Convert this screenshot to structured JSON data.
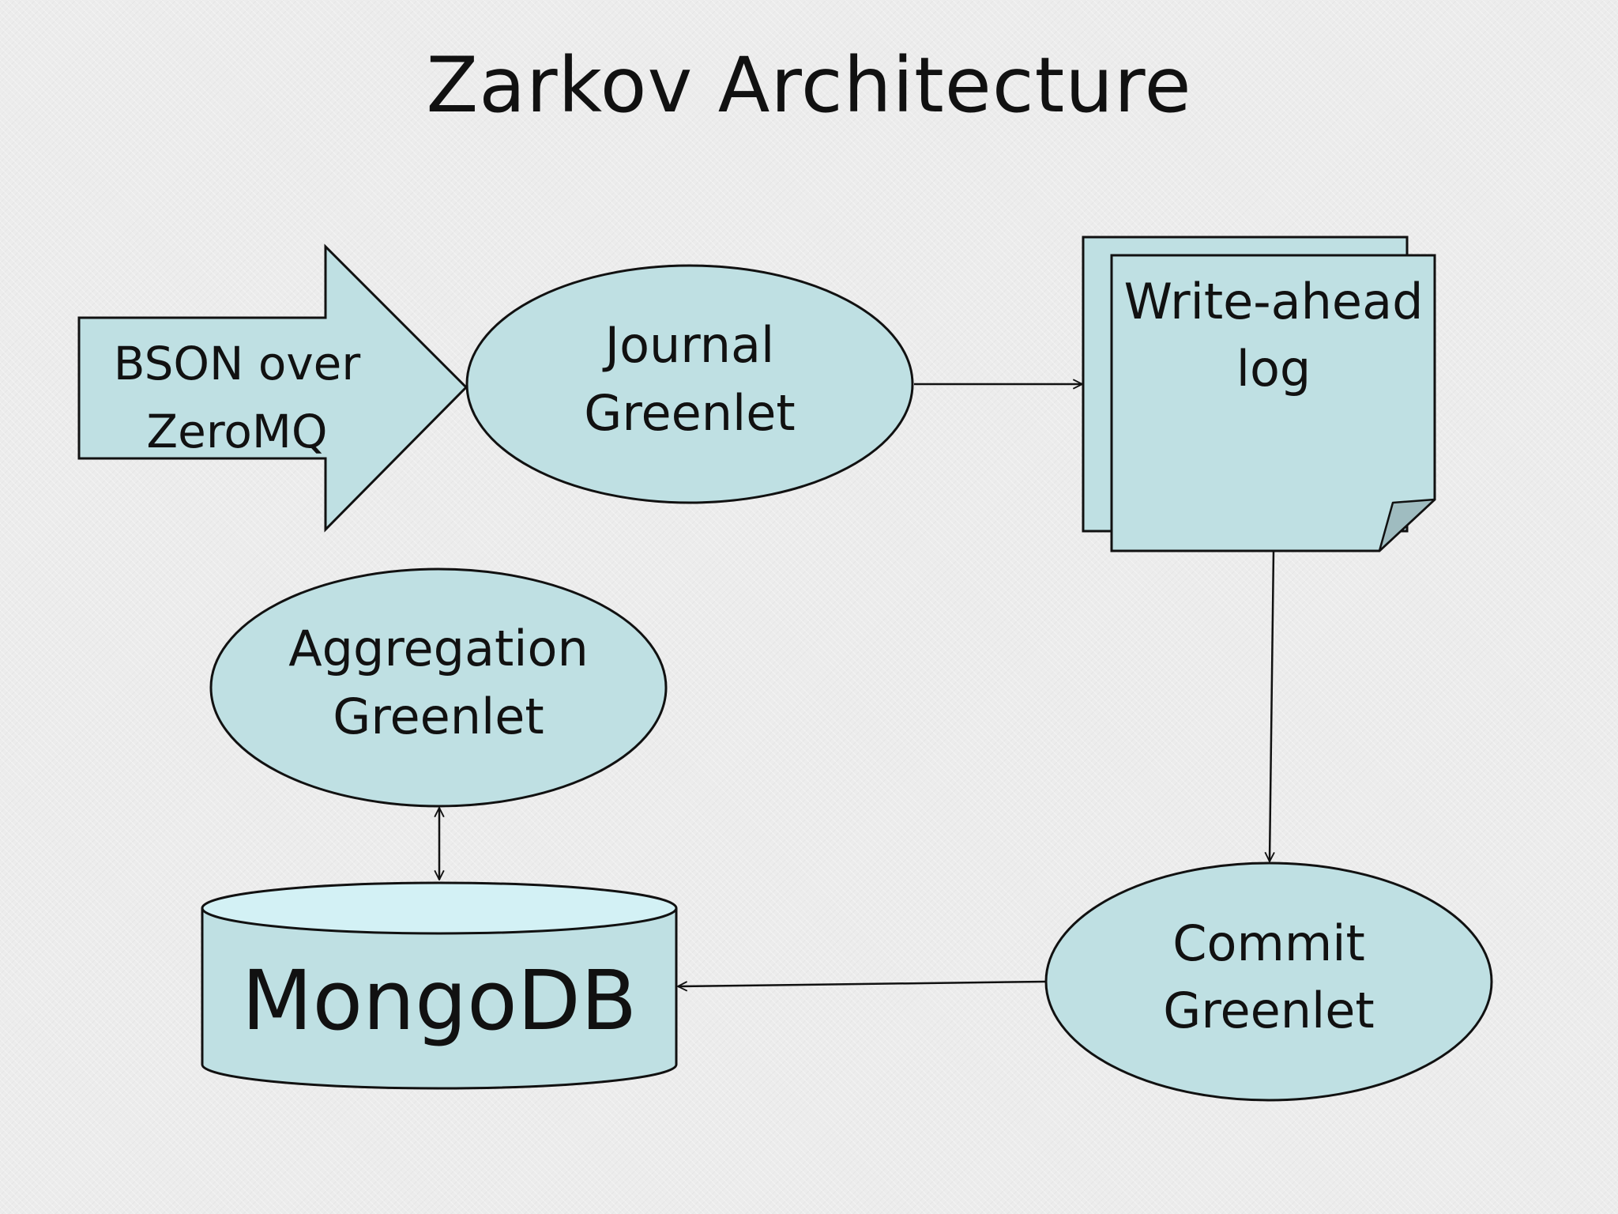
{
  "title": "Zarkov Architecture",
  "nodes": {
    "input_arrow": {
      "line1": "BSON over",
      "line2": "ZeroMQ"
    },
    "journal_greenlet": {
      "line1": "Journal",
      "line2": "Greenlet"
    },
    "write_ahead_log": {
      "line1": "Write-ahead",
      "line2": "log"
    },
    "commit_greenlet": {
      "line1": "Commit",
      "line2": "Greenlet"
    },
    "aggregation_greenlet": {
      "line1": "Aggregation",
      "line2": "Greenlet"
    },
    "mongodb": {
      "label": "MongoDB"
    }
  },
  "colors": {
    "shape_fill": "#bfe0e3",
    "cylinder_top": "#d3f1f5",
    "stroke": "#111111",
    "page_curl": "#9fbcc0"
  }
}
